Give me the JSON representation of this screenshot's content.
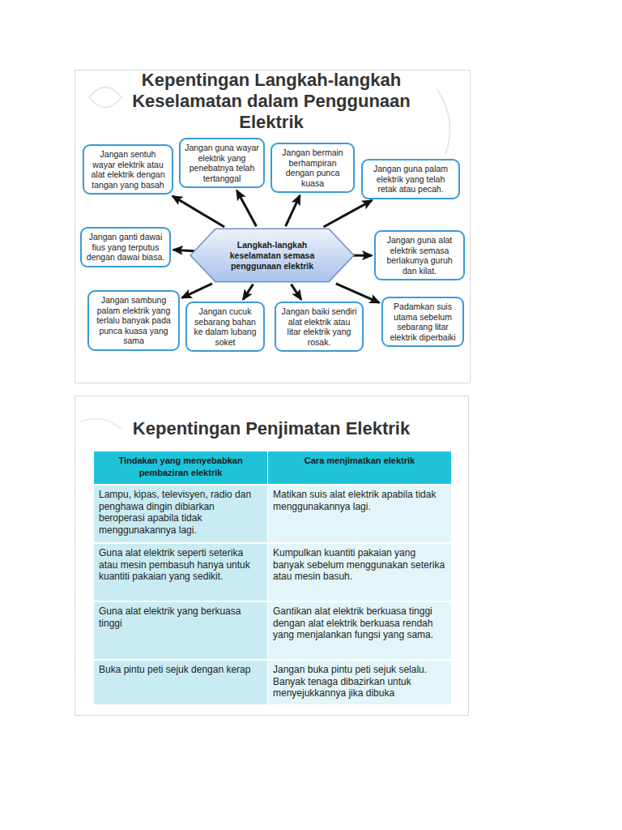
{
  "diagram": {
    "title": "Kepentingan Langkah-langkah Keselamatan dalam Penggunaan Elektrik",
    "nodes": [
      {
        "text": [
          "Jangan sentuh wayar elektrik atau alat elektrik dengan tangan yang basah"
        ]
      },
      {
        "text": [
          "Jangan guna wayar elektrik yang penebatnya telah tertanggal"
        ]
      },
      {
        "text": [
          "Jangan bermain berhampiran dengan punca kuasa"
        ]
      },
      {
        "text": [
          "Jangan guna palam elektrik yang telah retak atau pecah."
        ]
      },
      {
        "text": [
          "Jangan ganti dawai fius yang terputus dengan dawai biasa."
        ]
      },
      {
        "text": [
          "Langkah-langkah keselamatan semasa penggunaan elektrik"
        ]
      },
      {
        "text": [
          "Jangan guna alat elektrik semasa berlakunya guruh dan kilat."
        ]
      },
      {
        "text": [
          "Jangan sambung palam elektrik yang terlalu banyak pada punca kuasa yang sama"
        ]
      },
      {
        "text": [
          "Jangan cucuk sebarang bahan ke dalam lubang soket"
        ]
      },
      {
        "text": [
          "Jangan baiki sendiri alat elektrik atau litar elektrik yang rosak."
        ]
      },
      {
        "text": [
          "Padamkan suis utama sebelum sebarang litar elektrik diperbaiki"
        ]
      }
    ],
    "edges": [
      {
        "from": 5,
        "to": 0,
        "arrow": "to"
      },
      {
        "from": 5,
        "to": 1,
        "arrow": "to"
      },
      {
        "from": 5,
        "to": 2,
        "arrow": "to"
      },
      {
        "from": 5,
        "to": 3,
        "arrow": "to"
      },
      {
        "from": 5,
        "to": 4,
        "arrow": "to"
      },
      {
        "from": 5,
        "to": 6,
        "arrow": "to"
      },
      {
        "from": 5,
        "to": 7,
        "arrow": "to"
      },
      {
        "from": 5,
        "to": 8,
        "arrow": "to"
      },
      {
        "from": 5,
        "to": 9,
        "arrow": "to"
      },
      {
        "from": 5,
        "to": 10,
        "arrow": "to"
      }
    ],
    "labels": [
      "Kepentingan Penjimatan Elektrik",
      "Tindakan yang menyebabkan pembaziran elektrik",
      "Cara menjimatkan elektrik",
      "Lampu, kipas, televisyen, radio dan penghawa dingin dibiarkan beroperasi apabila tidak menggunakannya lagi.",
      "Matikan suis alat elektrik apabila tidak menggunakannya lagi.",
      "Guna alat elektrik seperti seterika atau mesin pembasuh hanya untuk kuantiti pakaian yang sedikit.",
      "Kumpulkan kuantiti pakaian yang banyak sebelum menggunakan seterika atau mesin basuh.",
      "Guna alat elektrik yang berkuasa tinggi",
      "Gantikan alat elektrik berkuasa tinggi dengan alat elektrik berkuasa rendah yang menjalankan fungsi yang sama.",
      "Buka pintu peti sejuk dengan kerap",
      "Jangan buka pintu peti sejuk selalu. Banyak tenaga dibazirkan untuk menyejukkannya jika dibuka"
    ]
  }
}
